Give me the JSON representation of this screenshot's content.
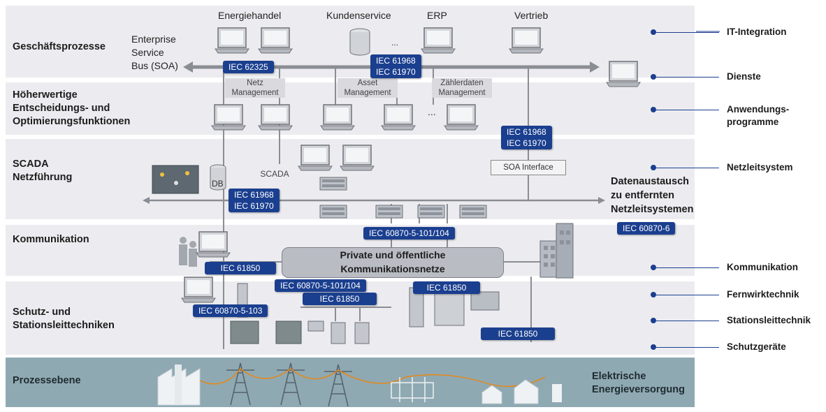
{
  "layers": [
    {
      "key": "geschaeft",
      "label_lines": [
        "Geschäftsprozesse"
      ]
    },
    {
      "key": "hoeher",
      "label_lines": [
        "Höherwertige",
        "Entscheidungs- und",
        "Optimierungsfunktionen"
      ]
    },
    {
      "key": "scada",
      "label_lines": [
        "SCADA",
        "Netzführung"
      ]
    },
    {
      "key": "komm",
      "label_lines": [
        "Kommunikation"
      ]
    },
    {
      "key": "schutz",
      "label_lines": [
        "Schutz- und",
        "Stationsleittechniken"
      ]
    },
    {
      "key": "prozess",
      "label_lines": [
        "Prozessebene"
      ]
    }
  ],
  "top_systems": [
    "Energiehandel",
    "Kundenservice",
    "ERP",
    "Vertrieb"
  ],
  "ellipsis": "...",
  "esb_lines": [
    "Enterprise",
    "Service",
    "Bus (SOA)"
  ],
  "app_tags": {
    "netz": [
      "Netz",
      "Management"
    ],
    "asset": [
      "Asset",
      "Management"
    ],
    "zaehler": [
      "Zählerdaten",
      "Management"
    ]
  },
  "scada_tag": "SCADA",
  "db_label": "DB",
  "soa_interface": "SOA Interface",
  "cloud_lines": [
    "Private und öffentliche",
    "Kommunikationsnetze"
  ],
  "remote_lines": [
    "Datenaustausch",
    "zu entfernten",
    "Netzleitsystemen"
  ],
  "supply_lines": [
    "Elektrische",
    "Energieversorgung"
  ],
  "iec": {
    "esb": "IEC 62325",
    "bus1": [
      "IEC 61968",
      "IEC 61970"
    ],
    "soa": [
      "IEC 61968",
      "IEC  61970"
    ],
    "scada": [
      "IEC 61968",
      "IEC 61970"
    ],
    "remote": "IEC 60870-6",
    "komm": "IEC 60870-5-101/104",
    "iec61850_a": "IEC 61850",
    "iec61850_b": "IEC 61850",
    "iec61850_c": "IEC 61850",
    "iec61850_d": "IEC 61850",
    "fernwirk": "IEC 60870-5-101/104",
    "schutz": "IEC 60870-5-103"
  },
  "right_labels": [
    {
      "lines": [
        "IT-Integration"
      ]
    },
    {
      "lines": [
        "Dienste"
      ]
    },
    {
      "lines": [
        "Anwendungs-",
        "programme"
      ]
    },
    {
      "lines": [
        "Netzleitsystem"
      ]
    },
    {
      "lines": [
        "Kommunikation"
      ]
    },
    {
      "lines": [
        "Fernwirktechnik"
      ]
    },
    {
      "lines": [
        "Stationsleittechnik"
      ]
    },
    {
      "lines": [
        "Schutzgeräte"
      ]
    }
  ],
  "colors": {
    "band": "#ececf0",
    "process": "#8fa9b3",
    "iec_badge": "#1b3f8f",
    "bus": "#8a8d94"
  }
}
